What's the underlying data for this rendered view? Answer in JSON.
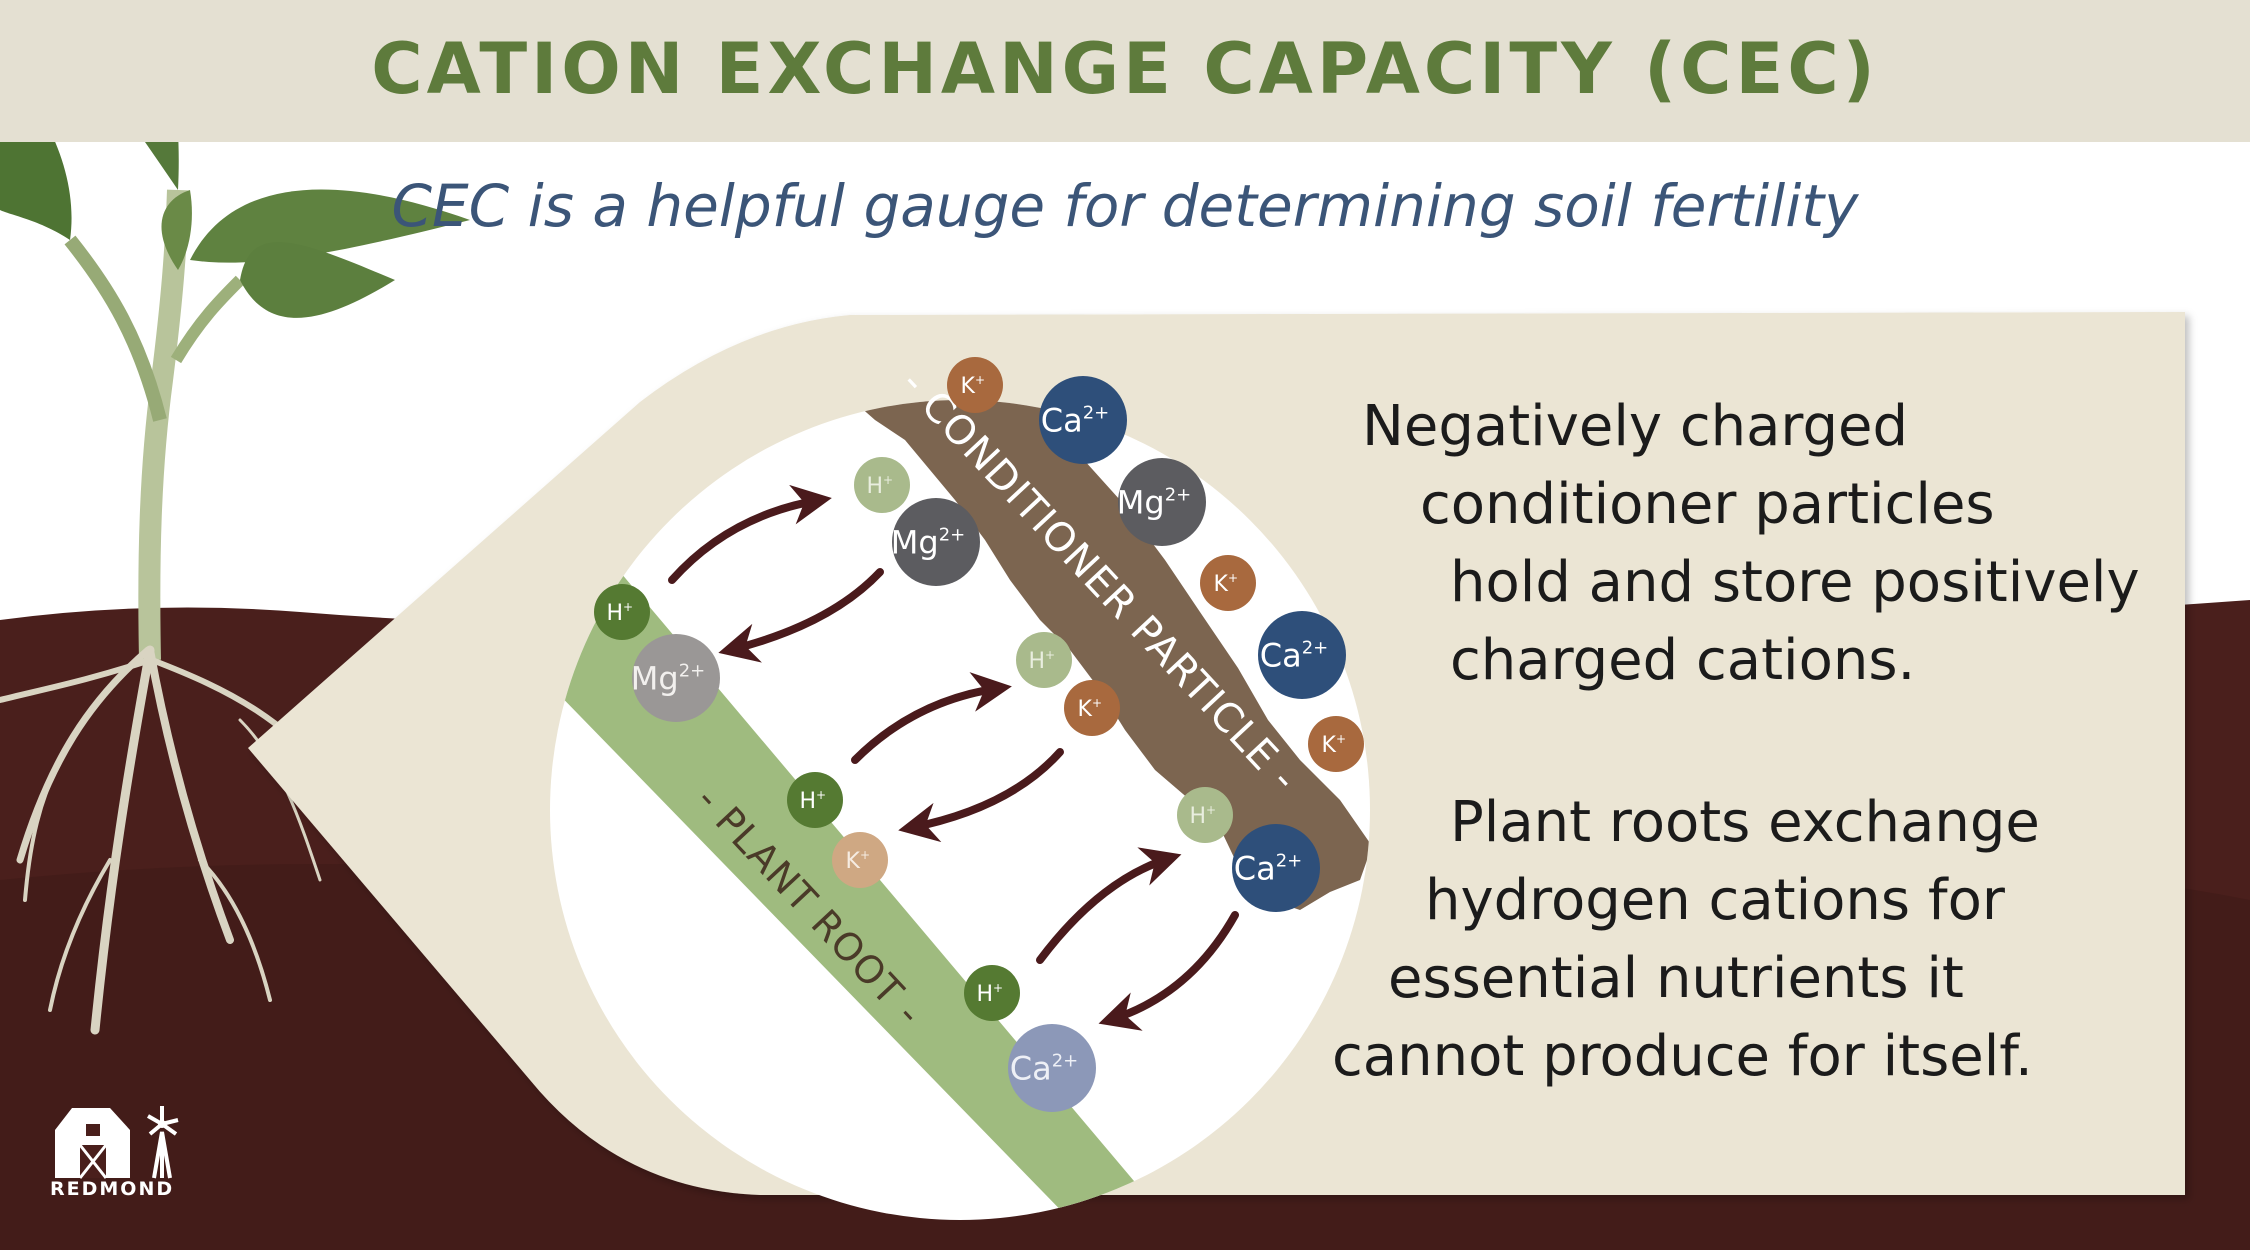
{
  "header": {
    "title": "CATION EXCHANGE CAPACITY (CEC)",
    "subtitle": "CEC is a helpful gauge for determining soil fertility"
  },
  "diagram": {
    "conditioner_label": "- CONDITIONER PARTICLE -",
    "root_label": "- PLANT ROOT -",
    "ions": [
      {
        "id": "k1",
        "base": "K",
        "sup": "+",
        "kind": "K"
      },
      {
        "id": "ca1",
        "base": "Ca",
        "sup": "2+",
        "kind": "Ca"
      },
      {
        "id": "h1",
        "base": "H",
        "sup": "+",
        "kind": "Hf"
      },
      {
        "id": "mg1",
        "base": "Mg",
        "sup": "2+",
        "kind": "Mg"
      },
      {
        "id": "mg2",
        "base": "Mg",
        "sup": "2+",
        "kind": "Mg"
      },
      {
        "id": "k2",
        "base": "K",
        "sup": "+",
        "kind": "K"
      },
      {
        "id": "ca2",
        "base": "Ca",
        "sup": "2+",
        "kind": "Ca"
      },
      {
        "id": "h2",
        "base": "H",
        "sup": "+",
        "kind": "Hf"
      },
      {
        "id": "k3",
        "base": "K",
        "sup": "+",
        "kind": "K"
      },
      {
        "id": "k4",
        "base": "K",
        "sup": "+",
        "kind": "K"
      },
      {
        "id": "h3",
        "base": "H",
        "sup": "+",
        "kind": "Hf"
      },
      {
        "id": "ca3",
        "base": "Ca",
        "sup": "2+",
        "kind": "Ca"
      },
      {
        "id": "h4",
        "base": "H",
        "sup": "+",
        "kind": "H"
      },
      {
        "id": "mg3",
        "base": "Mg",
        "sup": "2+",
        "kind": "Mgf"
      },
      {
        "id": "h5",
        "base": "H",
        "sup": "+",
        "kind": "H"
      },
      {
        "id": "k5",
        "base": "K",
        "sup": "+",
        "kind": "Kf"
      },
      {
        "id": "h6",
        "base": "H",
        "sup": "+",
        "kind": "H"
      },
      {
        "id": "ca4",
        "base": "Ca",
        "sup": "2+",
        "kind": "Caf"
      }
    ]
  },
  "text_block_1": [
    "Negatively charged",
    "conditioner particles",
    "hold and store positively",
    "charged cations."
  ],
  "text_block_2": [
    "Plant roots exchange",
    "hydrogen cations for",
    "essential nutrients it",
    "cannot produce for itself."
  ],
  "logo": {
    "text": "REDMOND"
  },
  "colors": {
    "title_green": "#5e7b3c",
    "subtitle_blue": "#3b5578",
    "soil": "#4a1f1c",
    "panel": "#ebe5d4",
    "particle": "#7c6550",
    "root": "#9fbb7f",
    "arrow": "#4a1a1c",
    "ion_K": "#a8693e",
    "ion_Ca": "#2e4f7a",
    "ion_Mg": "#5c5c60",
    "ion_H": "#557a32",
    "ion_H_faded": "#a9ba8c",
    "ion_Mg_faded": "#9a9796",
    "ion_K_faded": "#cfa883",
    "ion_Ca_faded": "#8c98b8"
  }
}
